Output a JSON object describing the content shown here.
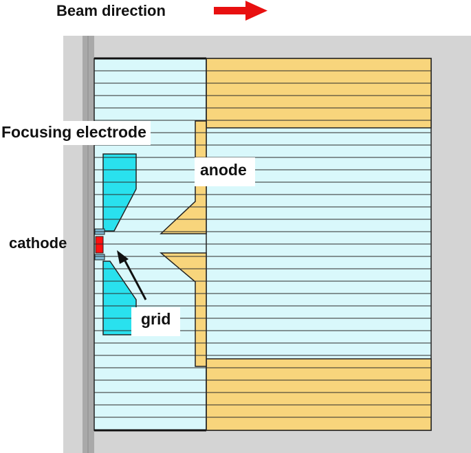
{
  "labels": {
    "title": "Beam direction",
    "focusing_electrode": "Focusing electrode",
    "anode": "anode",
    "cathode": "cathode",
    "grid": "grid"
  },
  "colors": {
    "vacuum": "#d9f8fb",
    "anode": "#f8d57c",
    "focusing_electrode": "#29e1ee",
    "cathode": "#ff1010",
    "arrow": "#e81010",
    "background_panel": "#d4d4d4",
    "wall": "#a8a8a8"
  }
}
